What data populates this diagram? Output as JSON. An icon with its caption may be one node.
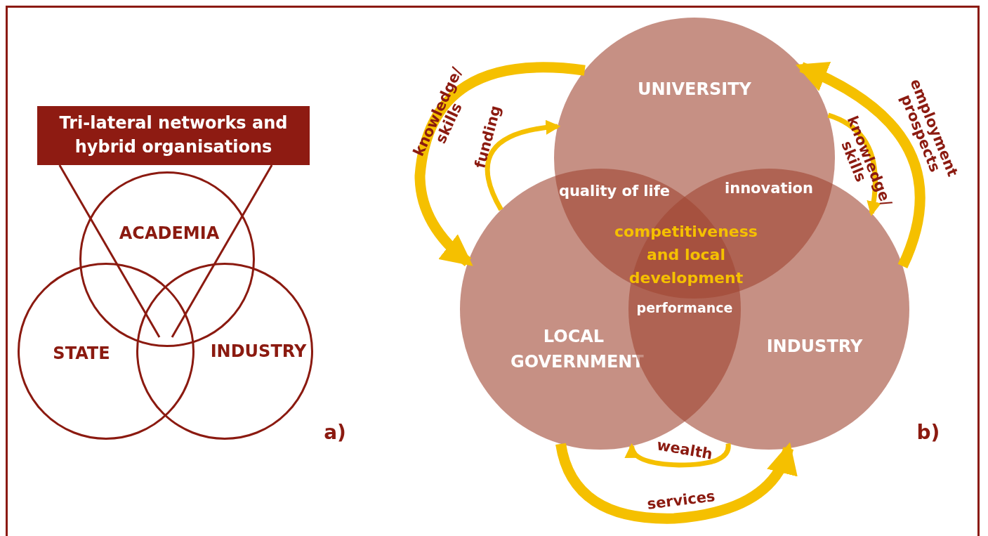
{
  "diagram": {
    "nodes": [
      {
        "text": [
          "Tri-lateral networks and hybrid organisations"
        ]
      },
      {
        "text": [
          "ACADEMIA"
        ]
      },
      {
        "text": [
          "STATE"
        ]
      },
      {
        "text": [
          "INDUSTRY"
        ]
      },
      {
        "text": [
          "UNIVERSITY"
        ]
      },
      {
        "text": [
          "LOCAL GOVERNMENT"
        ]
      },
      {
        "text": [
          "INDUSTRY"
        ]
      }
    ],
    "edges": [
      {
        "from": 0,
        "to": 1,
        "arrow": "none",
        "color": "#8b1a10"
      },
      {
        "from": 0,
        "to": 1,
        "arrow": "none",
        "color": "#8b1a10"
      },
      {
        "from": 4,
        "to": 5,
        "arrow": "to",
        "label": "knowledge/ skills",
        "style": "thick"
      },
      {
        "from": 5,
        "to": 4,
        "arrow": "to",
        "label": "funding"
      },
      {
        "from": 6,
        "to": 4,
        "arrow": "to",
        "label": "employment prospects",
        "style": "thick"
      },
      {
        "from": 4,
        "to": 6,
        "arrow": "to",
        "label": "knowledge/ skills"
      },
      {
        "from": 6,
        "to": 5,
        "arrow": "to",
        "label": "wealth"
      },
      {
        "from": 5,
        "to": 6,
        "arrow": "to",
        "label": "services",
        "style": "thick"
      }
    ],
    "labels": [
      "a)",
      "quality of life",
      "innovation",
      "competitiveness and local development",
      "performance",
      "b)"
    ]
  }
}
